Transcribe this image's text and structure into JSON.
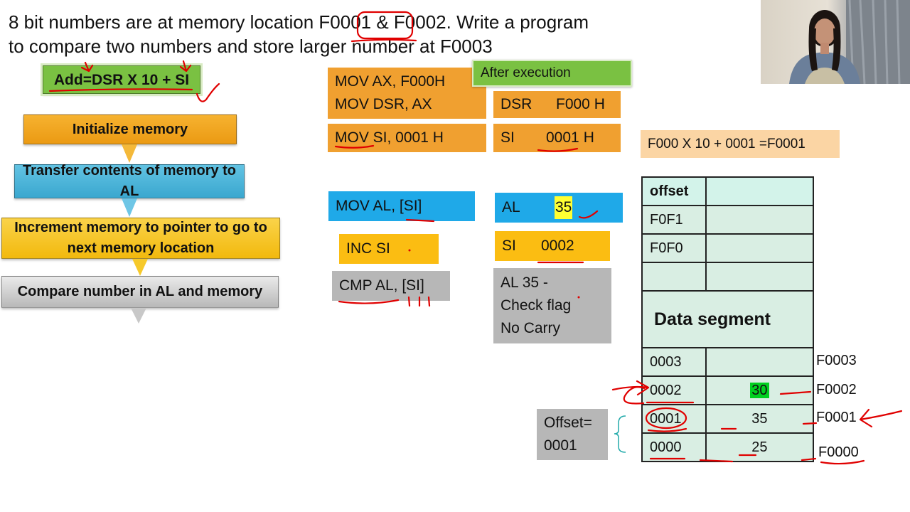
{
  "title": {
    "line1": "8 bit numbers are at  memory location F0001 & F0002. Write a program",
    "line2": "to compare two numbers and store larger number at F0003"
  },
  "flowchart": {
    "add": "Add=DSR X 10 + SI",
    "init": "Initialize memory",
    "transfer": "Transfer contents of memory to AL",
    "increment": "Increment memory to pointer to go to next memory location",
    "compare": "Compare number in AL and memory"
  },
  "code": {
    "mov_ax": "MOV AX, F000H",
    "mov_dsr": "MOV DSR, AX",
    "mov_si": "MOV SI, 0001 H",
    "mov_al": "MOV AL, [SI]",
    "inc_si": "INC  SI",
    "cmp": "CMP AL, [SI]"
  },
  "execution": {
    "header": "After execution",
    "dsr_label": "DSR",
    "dsr_value": "F000 H",
    "si_label": "SI",
    "si_value": "0001",
    "si_suffix": "H",
    "al_label": "AL",
    "al_value": "35",
    "si2_label": "SI",
    "si2_value": "0002",
    "al_check_1": "AL  35 -",
    "al_check_2": "Check flag",
    "al_check_3": "No Carry"
  },
  "formula": "F000 X 10 + 0001 =F0001",
  "table": {
    "header_offset": "offset",
    "rows_top": [
      {
        "offset": "F0F1",
        "value": ""
      },
      {
        "offset": "F0F0",
        "value": ""
      },
      {
        "offset": "",
        "value": ""
      }
    ],
    "segment_label": "Data segment",
    "rows_bottom": [
      {
        "offset": "0003",
        "value": "",
        "address": "F0003"
      },
      {
        "offset": "0002",
        "value": "30",
        "address": "F0002"
      },
      {
        "offset": "0001",
        "value": "35",
        "address": "F0001"
      },
      {
        "offset": "0000",
        "value": "25",
        "address": "F0000"
      }
    ]
  },
  "offset_note": {
    "line1": "Offset=",
    "line2": "0001"
  },
  "colors": {
    "orange": "#f0a030",
    "blue": "#1fa9e8",
    "yellow": "#fbbd12",
    "gray": "#b7b7b7",
    "green": "#7ac142",
    "ink": "#e00000"
  }
}
